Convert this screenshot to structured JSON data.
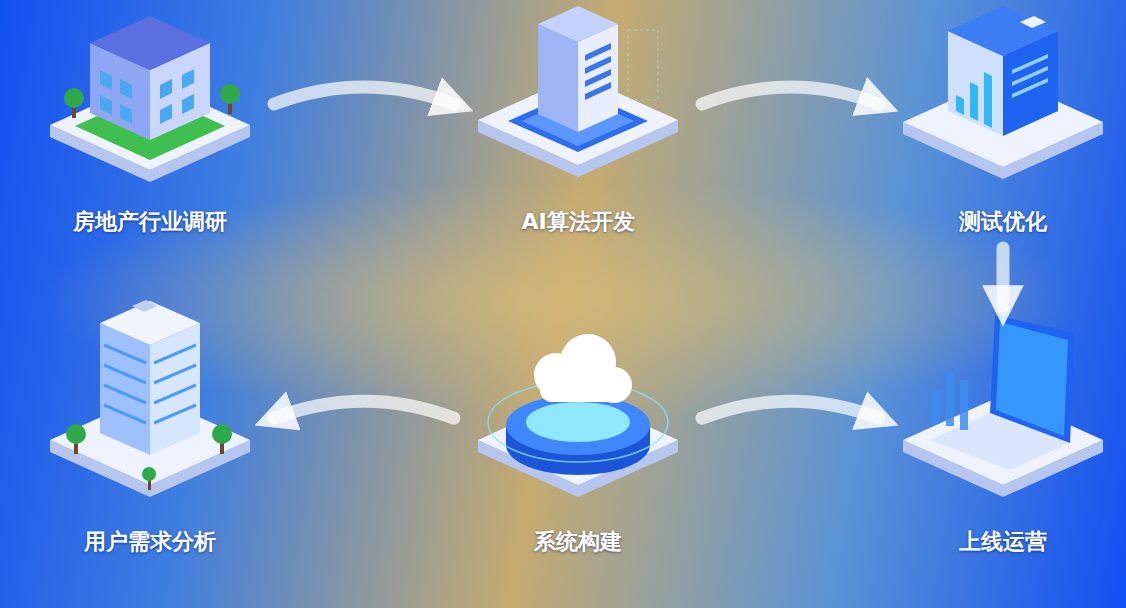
{
  "diagram": {
    "nodes": [
      {
        "text": [
          "房地产行业调研"
        ]
      },
      {
        "text": [
          "AI算法开发"
        ]
      },
      {
        "text": [
          "测试优化"
        ]
      },
      {
        "text": [
          "用户需求分析"
        ]
      },
      {
        "text": [
          "系统构建"
        ]
      },
      {
        "text": [
          "上线运营"
        ]
      }
    ],
    "edges": [
      {
        "from": 0,
        "to": 1,
        "arrow": "to"
      },
      {
        "from": 1,
        "to": 2,
        "arrow": "to"
      },
      {
        "from": 2,
        "to": 5,
        "arrow": "to"
      },
      {
        "from": 4,
        "to": 3,
        "arrow": "to"
      },
      {
        "from": 4,
        "to": 5,
        "arrow": "to"
      }
    ]
  }
}
